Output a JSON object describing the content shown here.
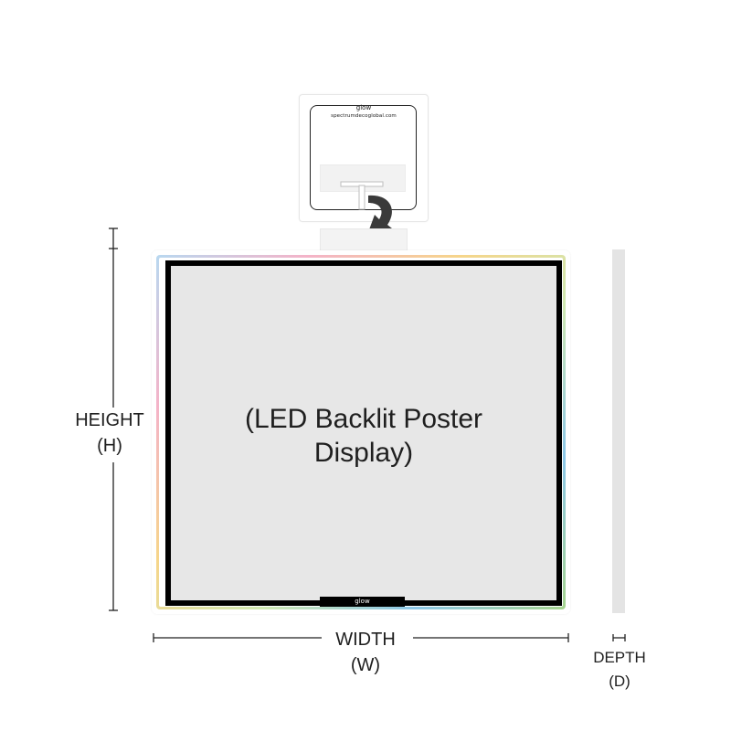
{
  "badge": {
    "logo": "glow",
    "url": "spectrumdecoglobal.com"
  },
  "poster": {
    "line1": "(LED Backlit Poster",
    "line2": "Display)",
    "base_logo": "glow"
  },
  "dimensions": {
    "height_label": "HEIGHT",
    "height_abbr": "(H)",
    "width_label": "WIDTH",
    "width_abbr": "(W)",
    "depth_label": "DEPTH",
    "depth_abbr": "(D)"
  },
  "colors": {
    "poster_fill": "#e7e7e7",
    "frame_border": "#000000",
    "depth_bar": "#e4e4e4",
    "arrow": "#3a3a3a"
  }
}
